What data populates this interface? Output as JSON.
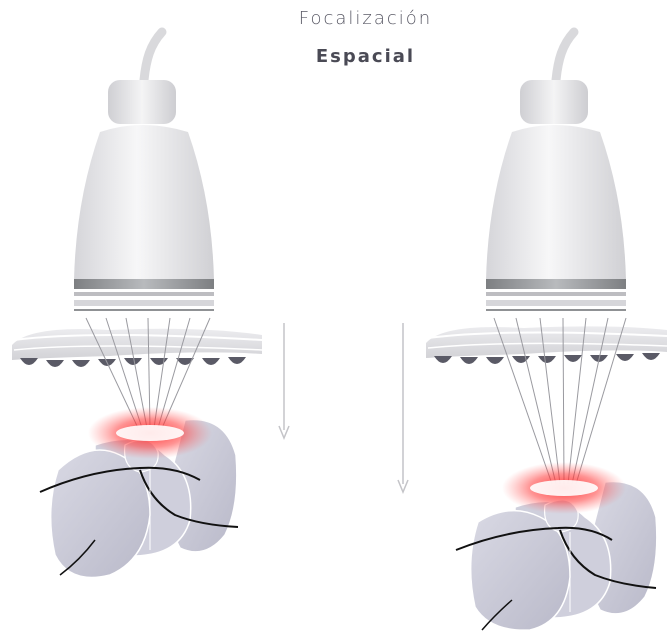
{
  "title": {
    "line1": "Focalización",
    "line2": "Espacial"
  },
  "colors": {
    "probe_light": "#f2f2f4",
    "probe_dark": "#c9c9cd",
    "band": "#8f9194",
    "skin": "#dedee2",
    "organ": "#c7c7d6",
    "organ_edge": "#ffffff",
    "focus_glow": "#e3191e",
    "beam": "#9a9aa0",
    "arrow": "#c4c4c8"
  },
  "panels": [
    {
      "name": "shallow-focus",
      "icon": "ultrasound-probe-icon"
    },
    {
      "name": "deep-focus",
      "icon": "ultrasound-probe-icon"
    }
  ]
}
